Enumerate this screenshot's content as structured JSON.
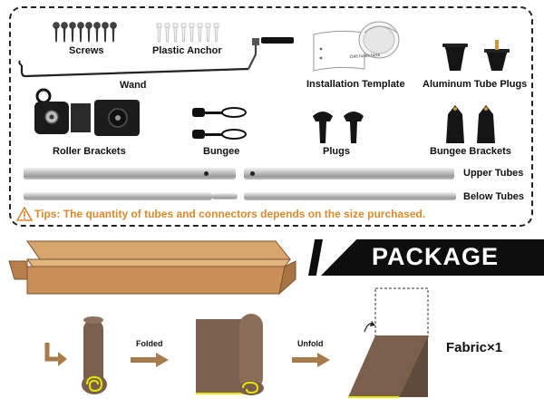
{
  "parts": {
    "screws": "Screws",
    "plastic_anchor": "Plastic Anchor",
    "wand": "Wand",
    "installation_template": "Installation Template",
    "template_text": "Drill holes here",
    "aluminum_tube_plugs": "Aluminum Tube Plugs",
    "roller_brackets": "Roller Brackets",
    "bungee": "Bungee",
    "plugs": "Plugs",
    "bungee_brackets": "Bungee Brackets",
    "upper_tubes": "Upper Tubes",
    "below_tubes": "Below Tubes"
  },
  "tip": "Tips: The quantity of tubes and connectors depends on the size purchased.",
  "package": {
    "banner": "PACKAGE",
    "folded": "Folded",
    "unfold": "Unfold",
    "fabric_label": "Fabric×1"
  },
  "colors": {
    "cardboard": "#c9905a",
    "fabric": "#7a5f4c",
    "arrow": "#a87b4c",
    "tip": "#d88a2c",
    "highlight": "#e6e600"
  }
}
